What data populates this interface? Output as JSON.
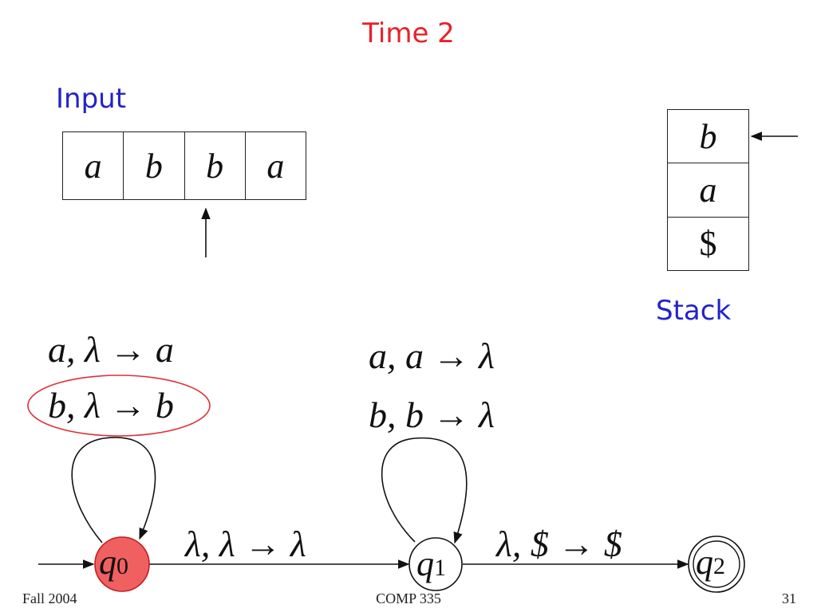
{
  "slide": {
    "title": "Time 2",
    "input_label": "Input",
    "stack_label": "Stack"
  },
  "input_tape": [
    "a",
    "b",
    "b",
    "a"
  ],
  "stack": [
    "b",
    "a",
    "$"
  ],
  "states": [
    {
      "id": "q0",
      "name": "q",
      "sub": "0",
      "current": true,
      "accepting": false
    },
    {
      "id": "q1",
      "name": "q",
      "sub": "1",
      "current": false,
      "accepting": false
    },
    {
      "id": "q2",
      "name": "q",
      "sub": "2",
      "current": false,
      "accepting": true
    }
  ],
  "transitions": {
    "q0_loop_1": "a, λ → a",
    "q0_loop_2": "b, λ → b",
    "q1_loop_1": "a, a → λ",
    "q1_loop_2": "b, b → λ",
    "q0_to_q1": "λ, λ → λ",
    "q1_to_q2": "λ, $ → $"
  },
  "highlighted_transition": "q0_loop_2",
  "footer": {
    "left": "Fall 2004",
    "center": "COMP 335",
    "right": "31"
  },
  "colors": {
    "title": "#e8212b",
    "label": "#2323c8",
    "current_state": "#f06060",
    "highlight": "#e0303a"
  }
}
